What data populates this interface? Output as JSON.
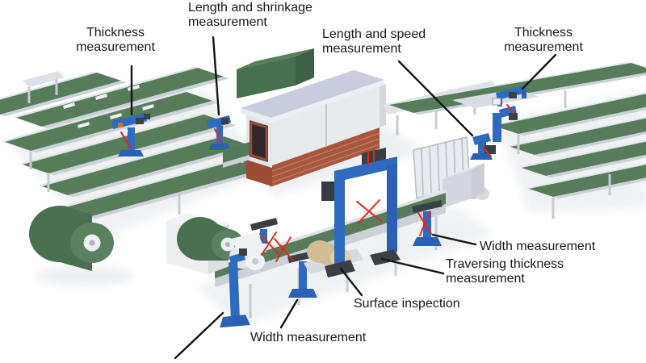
{
  "diagram": {
    "labels": [
      {
        "id": "thickness-left",
        "lines": [
          "Thickness",
          "measurement"
        ]
      },
      {
        "id": "length-shrinkage",
        "lines": [
          "Length and shrinkage",
          "measurement"
        ]
      },
      {
        "id": "length-speed",
        "lines": [
          "Length and speed",
          "measurement"
        ]
      },
      {
        "id": "thickness-right",
        "lines": [
          "Thickness",
          "measurement"
        ]
      },
      {
        "id": "width-right",
        "lines": [
          "Width measurement"
        ]
      },
      {
        "id": "traversing-thickness",
        "lines": [
          "Traversing thickness",
          "measurement"
        ]
      },
      {
        "id": "surface-inspection",
        "lines": [
          "Surface inspection"
        ]
      },
      {
        "id": "width-bottom",
        "lines": [
          "Width measurement"
        ]
      }
    ],
    "colors": {
      "background": "#ffffff",
      "belt_green": "#567c5a",
      "frame_silver": "#ccd1d8",
      "device_blue": "#2e6ac0",
      "sensor_dark": "#3b4046",
      "brick_red": "#a8563c",
      "roof_lavender": "#c9ccdf",
      "wall_white": "#e8eaee",
      "container_green": "#47704e",
      "laser_red": "#e02818",
      "material_beige": "#d9c39a",
      "label_text": "#181818"
    }
  }
}
